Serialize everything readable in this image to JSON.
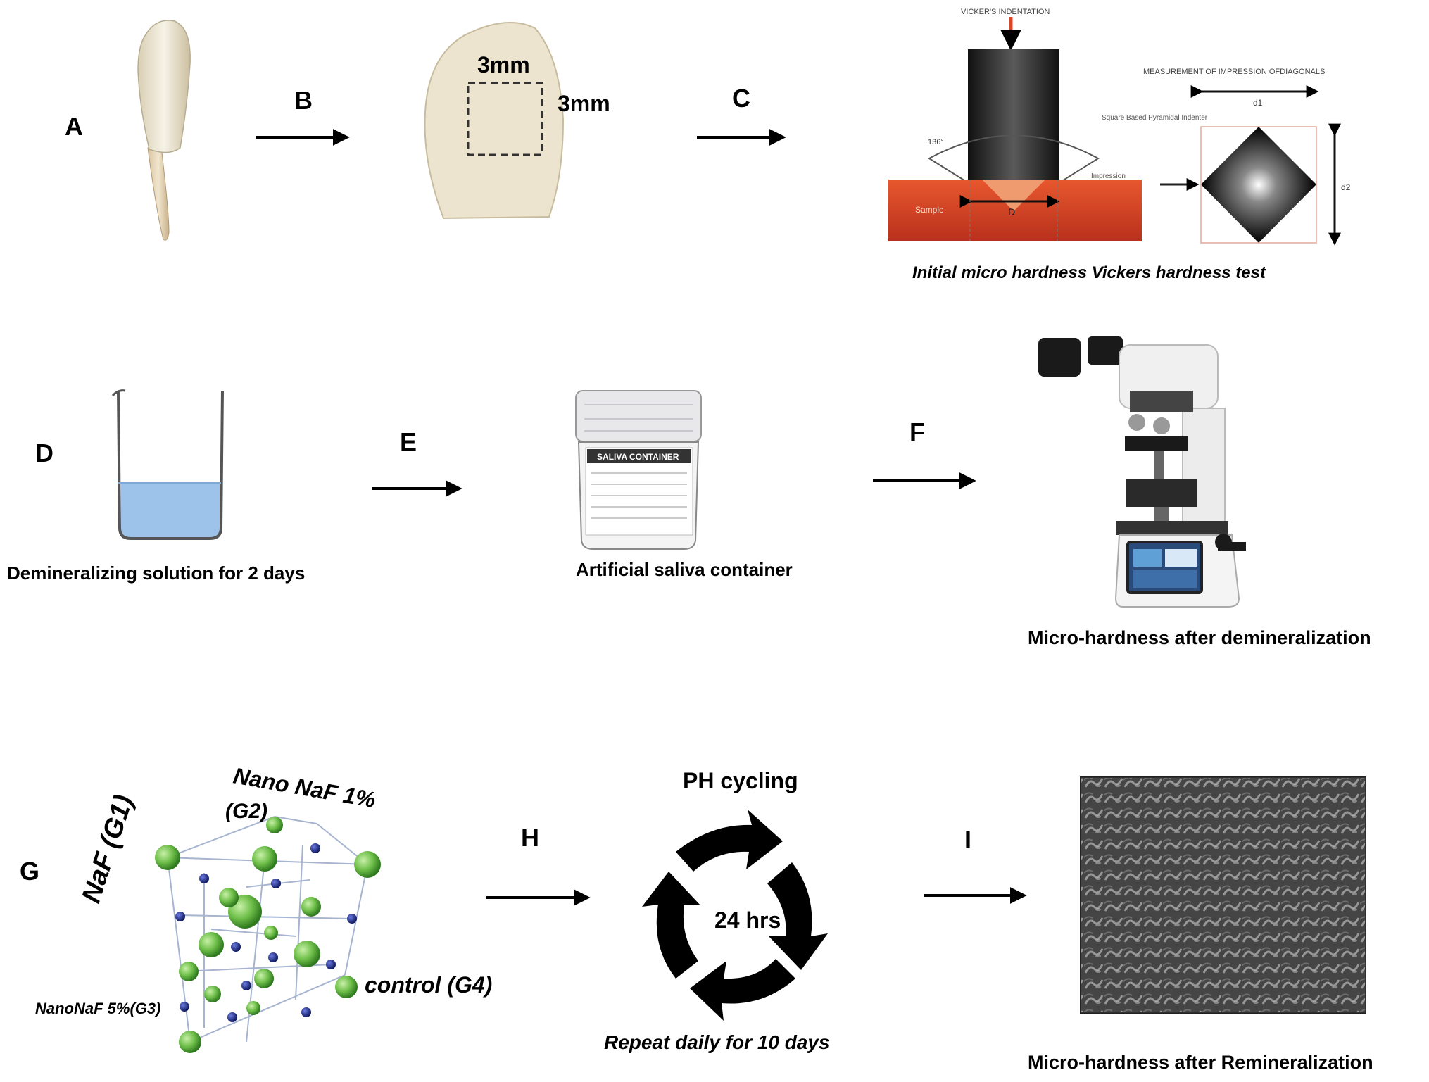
{
  "steps": {
    "A": "A",
    "B": "B",
    "C": "C",
    "D": "D",
    "E": "E",
    "F": "F",
    "G": "G",
    "H": "H",
    "I": "I"
  },
  "tooth_block": {
    "width": "3mm",
    "height": "3mm"
  },
  "vickers": {
    "title": "VICKER'S INDENTATION",
    "measurement": "MEASUREMENT OF IMPRESSION OFDIAGONALS",
    "angle": "136°",
    "indenter": "Square Based Pyramidal Indenter",
    "impression": "Impression",
    "sample": "Sample",
    "D": "D",
    "d1": "d1",
    "d2": "d2",
    "caption": "Initial micro hardness Vickers hardness test"
  },
  "row2": {
    "beaker_caption": "Demineralizing solution for 2 days",
    "container_label": "SALIVA CONTAINER",
    "container_caption": "Artificial saliva container",
    "tester_caption": "Micro-hardness after demineralization"
  },
  "row3": {
    "g1": "NaF (G1)",
    "g2_line1": "Nano NaF 1%",
    "g2_line2": "(G2)",
    "g3": "NanoNaF 5%(G3)",
    "g4": "control (G4)",
    "cycle_title": "PH cycling",
    "cycle_center": "24 hrs",
    "cycle_caption": "Repeat daily for 10 days",
    "final_caption": "Micro-hardness after Remineralization"
  },
  "colors": {
    "arrow": "#000000",
    "sample_red": "#d8452a",
    "liquid": "#9ec3ea",
    "sphere_green": "#6fbf4a",
    "sphere_blue": "#1c2a8a",
    "tooth": "#efe8d6"
  }
}
